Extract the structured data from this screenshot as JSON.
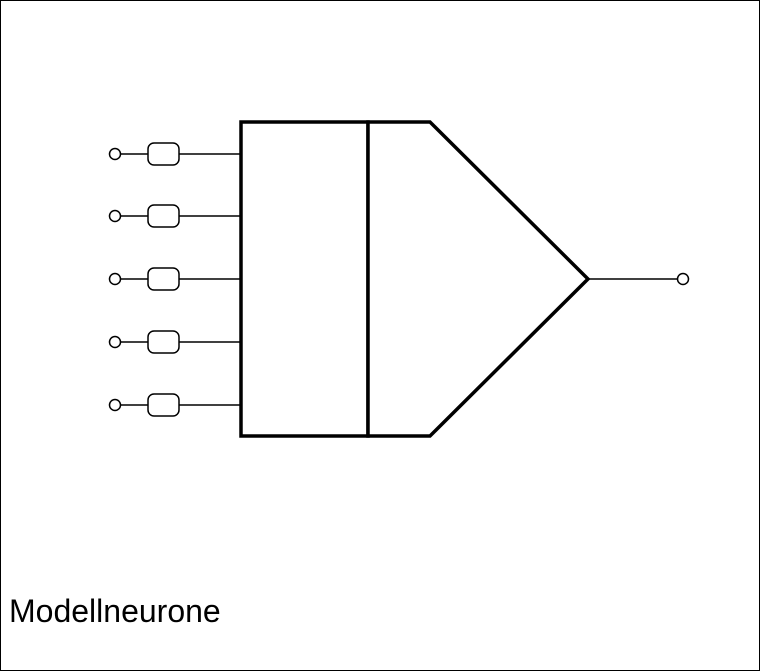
{
  "caption": "Modellneurone",
  "diagram": {
    "input_count": 5,
    "output_count": 1,
    "colors": {
      "stroke": "#000000",
      "background": "#ffffff"
    }
  }
}
